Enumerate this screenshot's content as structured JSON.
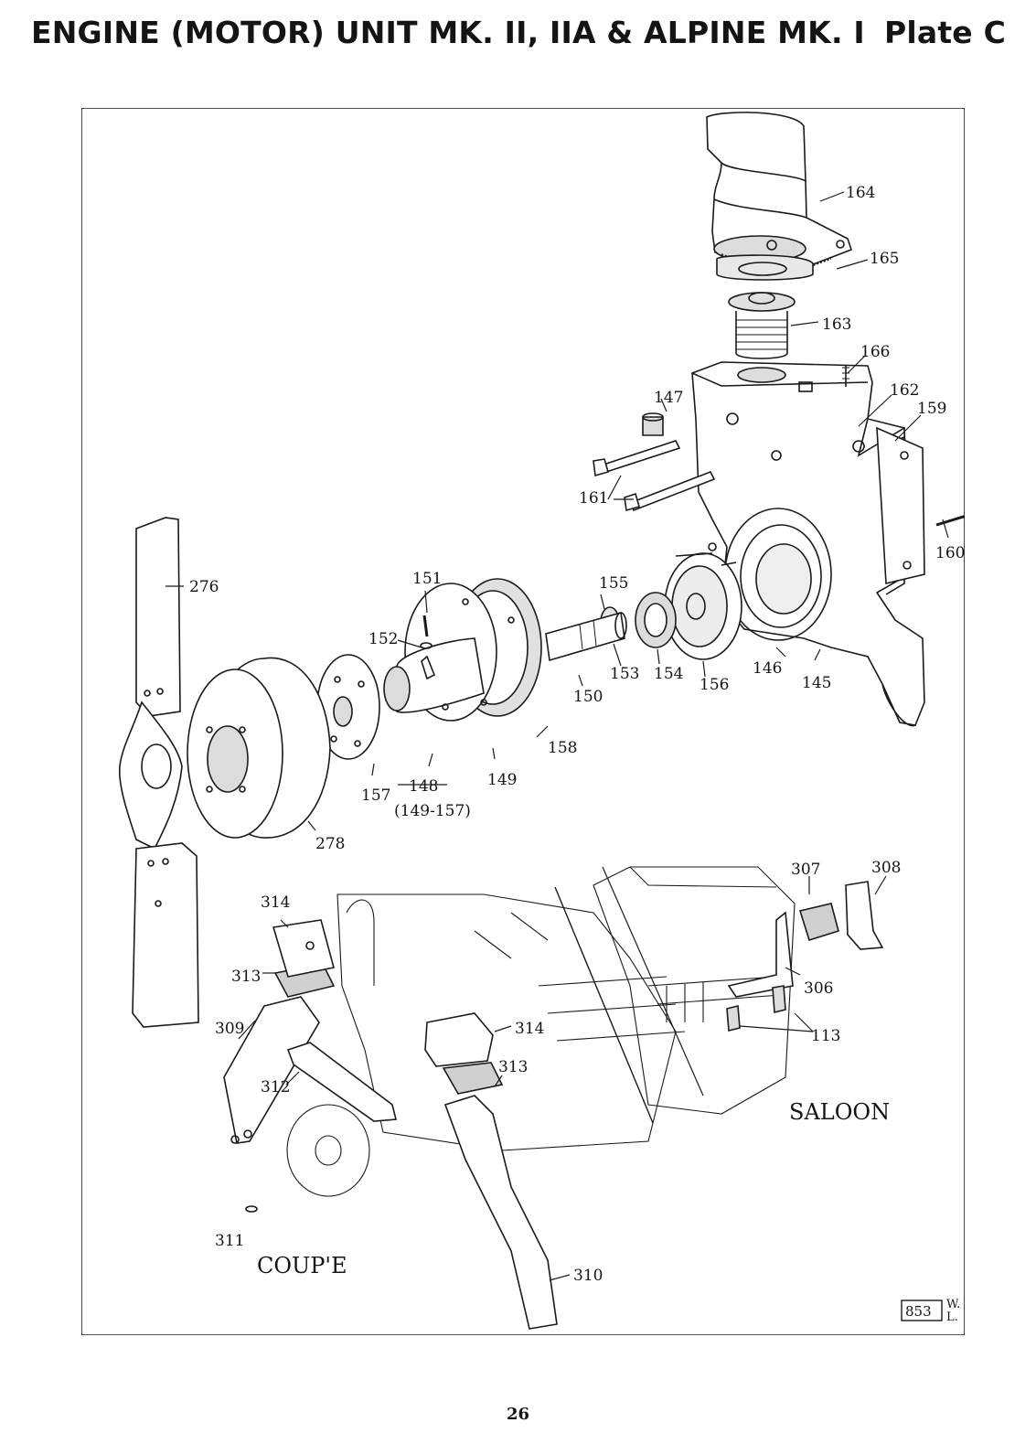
{
  "page": {
    "title": "ENGINE (MOTOR) UNIT MK. II, IIA & ALPINE MK. I",
    "plate": "Plate C",
    "page_number": "26"
  },
  "drawing": {
    "ref_number": "853",
    "ref_initials_top": "W.",
    "ref_initials_bottom": "L.",
    "captions": {
      "coupe": "COUP'E",
      "saloon": "SALOON"
    },
    "callouts": [
      {
        "id": "c164",
        "text": "164"
      },
      {
        "id": "c165",
        "text": "165"
      },
      {
        "id": "c163",
        "text": "163"
      },
      {
        "id": "c166",
        "text": "166"
      },
      {
        "id": "c162",
        "text": "162"
      },
      {
        "id": "c159",
        "text": "159"
      },
      {
        "id": "c147",
        "text": "147"
      },
      {
        "id": "c161",
        "text": "161"
      },
      {
        "id": "c160",
        "text": "160"
      },
      {
        "id": "c276",
        "text": "276"
      },
      {
        "id": "c151",
        "text": "151"
      },
      {
        "id": "c155",
        "text": "155"
      },
      {
        "id": "c152",
        "text": "152"
      },
      {
        "id": "c153",
        "text": "153"
      },
      {
        "id": "c154",
        "text": "154"
      },
      {
        "id": "c156",
        "text": "156"
      },
      {
        "id": "c146",
        "text": "146"
      },
      {
        "id": "c145",
        "text": "145"
      },
      {
        "id": "c150",
        "text": "150"
      },
      {
        "id": "c158",
        "text": "158"
      },
      {
        "id": "c149",
        "text": "149"
      },
      {
        "id": "c157",
        "text": "157"
      },
      {
        "id": "c148",
        "text": "148"
      },
      {
        "id": "c148sub",
        "text": "(149-157)"
      },
      {
        "id": "c278",
        "text": "278"
      },
      {
        "id": "c307",
        "text": "307"
      },
      {
        "id": "c308",
        "text": "308"
      },
      {
        "id": "c306",
        "text": "306"
      },
      {
        "id": "c113",
        "text": "113"
      },
      {
        "id": "c314a",
        "text": "314"
      },
      {
        "id": "c313a",
        "text": "313"
      },
      {
        "id": "c309",
        "text": "309"
      },
      {
        "id": "c312",
        "text": "312"
      },
      {
        "id": "c314b",
        "text": "314"
      },
      {
        "id": "c313b",
        "text": "313"
      },
      {
        "id": "c311",
        "text": "311"
      },
      {
        "id": "c310",
        "text": "310"
      }
    ]
  }
}
